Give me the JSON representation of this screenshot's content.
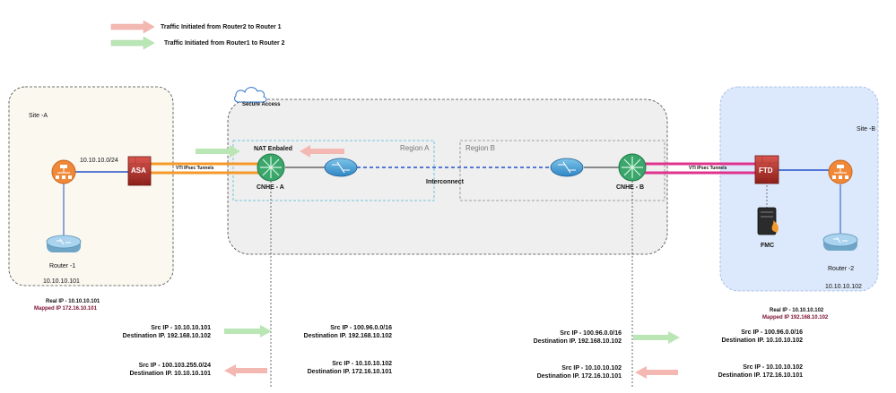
{
  "legend": {
    "red_arrow_text": "Traffic Initiated  from Router2 to Router 1",
    "green_arrow_text": "Traffic Initiated  from Router1 to Router 2",
    "colors": {
      "red": "#f4b8b2",
      "green": "#b9e6b4"
    }
  },
  "site_a": {
    "title": "Site -A",
    "subnet": "10.10.10.0/24",
    "asa_label": "ASA",
    "router_label": "Router -1",
    "router_ip": "10.10.10.101",
    "real_ip": "Real IP  -  10.10.10.101",
    "mapped_ip": "Mapped IP  172.16.10.101",
    "vti_label": "VTI IPsec Tunnels"
  },
  "secure_access": {
    "title": "Secure Access",
    "nat_label": "NAT Enbaled",
    "region_a": "Region A",
    "region_b": "Region B",
    "cnhe_a": "CNHE - A",
    "cnhe_b": "CNHE - B",
    "interconnect": "Interconnect"
  },
  "site_b": {
    "title": "Site -B",
    "ftd_label": "FTD",
    "fmc_label": "FMC",
    "router_label": "Router -2",
    "router_ip": "10.10.10.102",
    "real_ip": "Real IP  -  10.10.10.102",
    "mapped_ip": "Mapped IP  192.168.10.102",
    "vti_label": "VTI IPsec Tunnels"
  },
  "flows": {
    "a_green_before": {
      "src": "Src IP  -  10.10.10.101",
      "dst": "Destination IP. 192.168.10.102"
    },
    "a_green_after": {
      "src": "Src IP  -  100.96.0.0/16",
      "dst": "Destination IP. 192.168.10.102"
    },
    "a_red_before": {
      "src": "Src IP  -  100.103.255.0/24",
      "dst": "Destination IP. 10.10.10.101"
    },
    "a_red_after": {
      "src": "Src IP  -  10.10.10.102",
      "dst": "Destination IP. 172.16.10.101"
    },
    "b_green_before": {
      "src": "Src IP  -  100.96.0.0/16",
      "dst": "Destination IP. 192.168.10.102"
    },
    "b_green_after": {
      "src": "Src IP  -  100.96.0.0/16",
      "dst": "Destination IP. 10.10.10.102"
    },
    "b_red_before": {
      "src": "Src IP  -  10.10.10.102",
      "dst": "Destination IP. 172.16.10.101"
    },
    "b_red_after": {
      "src": "Src IP  -  10.10.10.102",
      "dst": "Destination IP. 172.16.10.101"
    }
  }
}
